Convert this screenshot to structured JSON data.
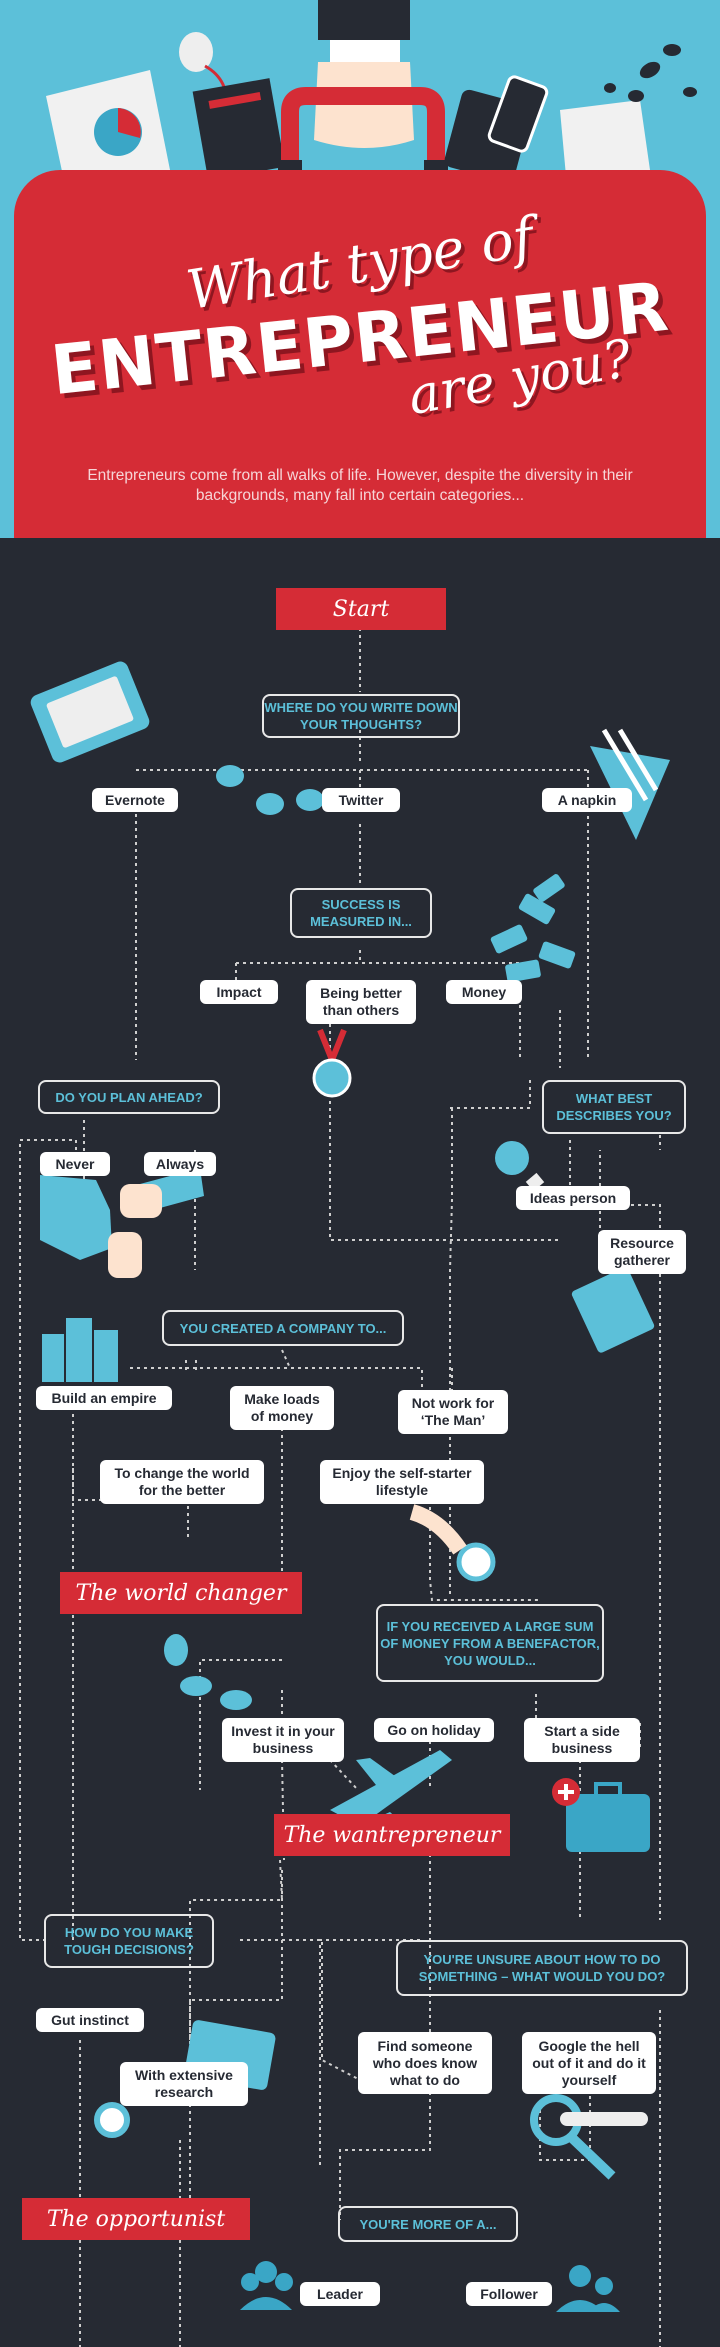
{
  "header": {
    "title_line1": "What type of",
    "title_line2": "ENTREPRENEUR",
    "title_line3": "are you?",
    "intro": "Entrepreneurs come from all walks of life. However, despite the diversity in their backgrounds, many fall into certain categories..."
  },
  "flow": {
    "start": "Start",
    "q1": {
      "text": "WHERE DO YOU WRITE DOWN YOUR THOUGHTS?",
      "answers": [
        "Evernote",
        "Twitter",
        "A napkin"
      ]
    },
    "q2": {
      "text": "SUCCESS IS MEASURED IN...",
      "answers": [
        "Impact",
        "Being better than others",
        "Money"
      ]
    },
    "q3": {
      "text": "DO YOU PLAN AHEAD?",
      "answers": [
        "Never",
        "Always"
      ]
    },
    "q4": {
      "text": "WHAT BEST DESCRIBES YOU?",
      "answers": [
        "Ideas person",
        "Resource gatherer"
      ]
    },
    "q5": {
      "text": "YOU CREATED A COMPANY TO...",
      "answers": [
        "Build an empire",
        "Make loads of money",
        "Not work for ‘The Man’",
        "To change the world for the better",
        "Enjoy the self-starter lifestyle"
      ]
    },
    "q6": {
      "text": "IF YOU RECEIVED A LARGE SUM OF MONEY FROM A BENEFACTOR, YOU WOULD...",
      "answers": [
        "Invest it in your business",
        "Go on holiday",
        "Start a side business"
      ]
    },
    "q7": {
      "text": "HOW DO YOU MAKE TOUGH DECISIONS?",
      "answers": [
        "Gut instinct",
        "With extensive research"
      ]
    },
    "q8": {
      "text": "YOU'RE UNSURE ABOUT HOW TO DO SOMETHING – WHAT WOULD YOU DO?",
      "answers": [
        "Find someone who does know what to do",
        "Google the hell out of it and do it yourself"
      ]
    },
    "q9": {
      "text": "YOU'RE MORE OF A...",
      "answers": [
        "Leader",
        "Follower"
      ]
    },
    "results": [
      "The world changer",
      "The wantrepreneur",
      "The opportunist"
    ]
  },
  "colors": {
    "sky": "#5cc0d9",
    "red": "#d52c36",
    "dark": "#262a33",
    "cyan": "#5cc0d9",
    "white": "#ffffff"
  }
}
